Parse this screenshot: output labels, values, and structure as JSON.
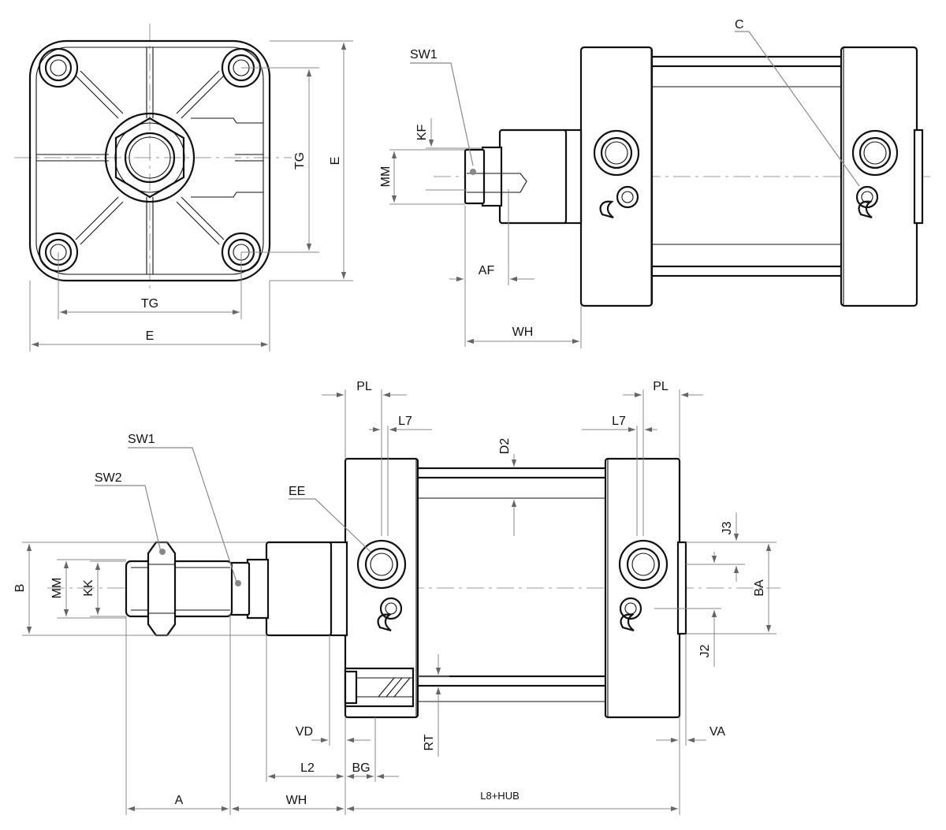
{
  "front_view": {
    "label_tg_vertical": "TG",
    "label_e_vertical": "E",
    "label_tg_horizontal": "TG",
    "label_e_horizontal": "E"
  },
  "side_view": {
    "label_sw1": "SW1",
    "label_c": "C",
    "label_kf": "KF",
    "label_mm": "MM",
    "label_af": "AF",
    "label_wh": "WH"
  },
  "main_view": {
    "label_pl_left": "PL",
    "label_pl_right": "PL",
    "label_l7_left": "L7",
    "label_l7_right": "L7",
    "label_d2": "D2",
    "label_ee": "EE",
    "label_sw1": "SW1",
    "label_sw2": "SW2",
    "label_b": "B",
    "label_mm": "MM",
    "label_kk": "KK",
    "label_j3": "J3",
    "label_ba": "BA",
    "label_j2": "J2",
    "label_vd": "VD",
    "label_rt": "RT",
    "label_va": "VA",
    "label_l2": "L2",
    "label_bg": "BG",
    "label_a": "A",
    "label_wh": "WH",
    "label_l8hub": "L8+HUB"
  }
}
